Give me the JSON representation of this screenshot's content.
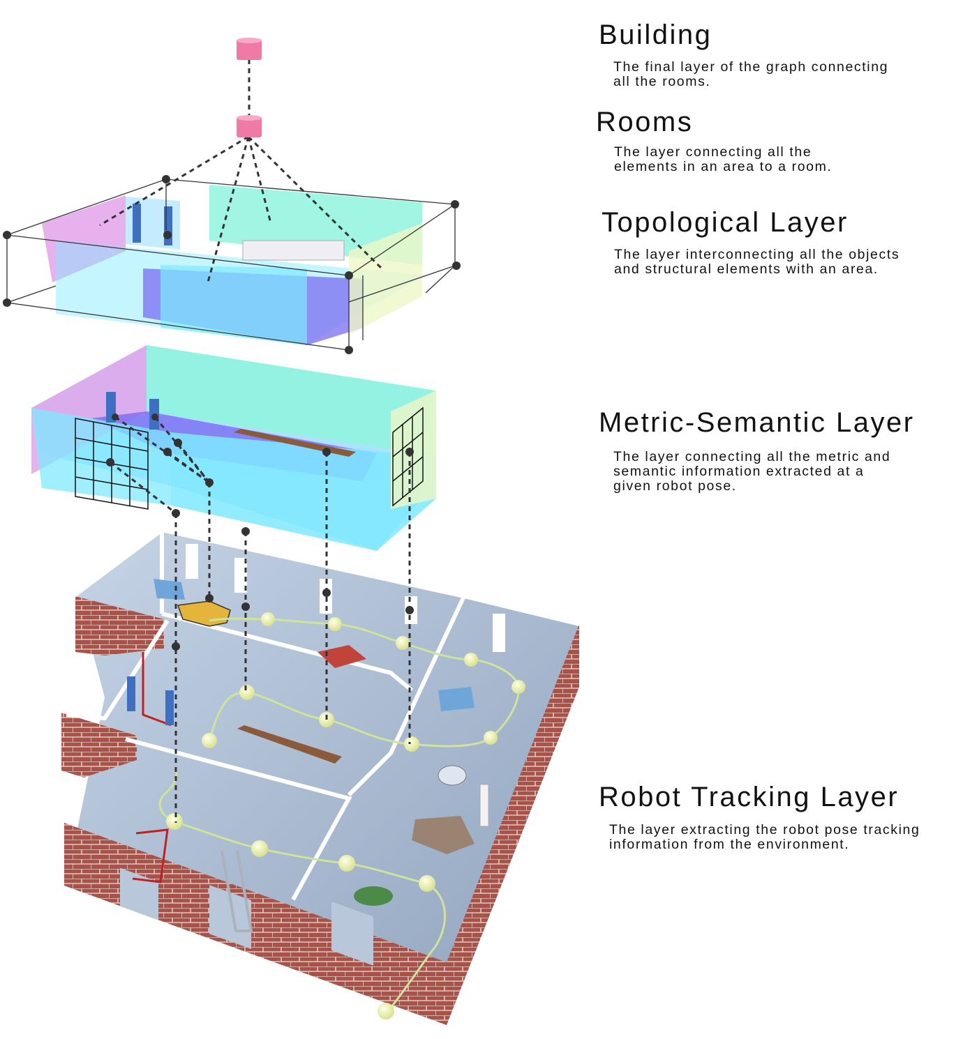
{
  "layers": [
    {
      "id": "building",
      "title": "Building",
      "description": "The final layer of the graph connecting\nall the rooms."
    },
    {
      "id": "rooms",
      "title": "Rooms",
      "description": "The layer connecting all the\nelements in an area to a room."
    },
    {
      "id": "topological",
      "title": "Topological Layer",
      "description": "The layer interconnecting all the objects\nand structural elements with an area."
    },
    {
      "id": "metric-semantic",
      "title": "Metric-Semantic Layer",
      "description": "The layer connecting all the metric and\nsemantic information extracted at a\ngiven robot pose."
    },
    {
      "id": "robot-tracking",
      "title": "Robot Tracking Layer",
      "description": "The layer extracting the robot pose tracking\ninformation from the environment."
    }
  ],
  "colors": {
    "building_node": "#f07aa6",
    "edge": "#333333",
    "node": "#333333",
    "wall_cyan": "#7fe9ff",
    "wall_violet": "#7a6cf2",
    "wall_pink": "#e3a3ea",
    "wall_mint": "#8ff5dd",
    "floor_concrete": "#a9bcd4",
    "brick": "#a8524a",
    "pose_node": "#eef2a0",
    "trajectory": "#cfe39a"
  }
}
